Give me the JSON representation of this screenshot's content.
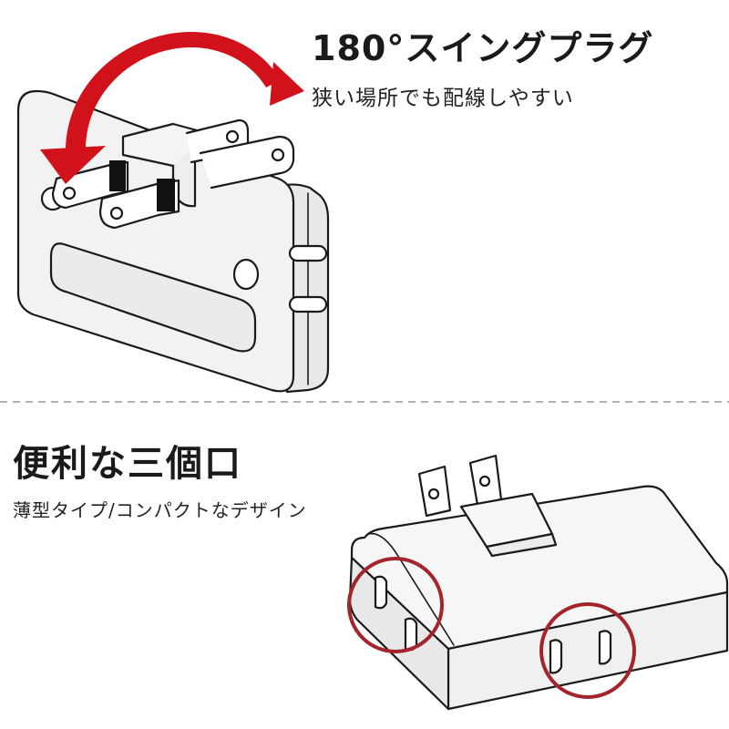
{
  "swing_section": {
    "title": "180°スイングプラグ",
    "subtitle": "狭い場所でも配線しやすい"
  },
  "outlet_section": {
    "title": "便利な三個口",
    "subtitle": "薄型タイプ/コンパクトなデザイン"
  },
  "colors": {
    "arrow": "#d2121a",
    "highlight_circle": "#a3252b",
    "line": "#1a1a1a",
    "body_fill": "#f2f2f2",
    "divider": "#9a9a9a"
  },
  "icons": [
    "swing-arrow-icon",
    "highlight-circle-icon"
  ]
}
